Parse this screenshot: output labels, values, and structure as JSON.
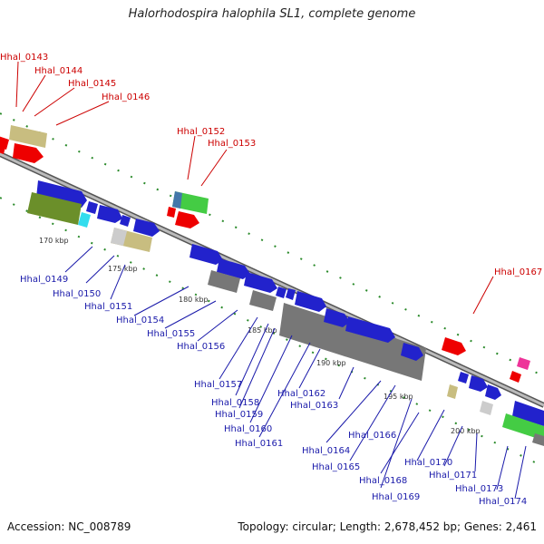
{
  "title": "Halorhodospira halophila SL1, complete genome",
  "footer": {
    "accession": "Accession: NC_008789",
    "summary": "Topology: circular; Length: 2,678,452 bp; Genes: 2,461"
  },
  "colors": {
    "forward_label": "#cc0000",
    "reverse_label": "#1a1aaa",
    "backbone": "#888888"
  },
  "ticks": [
    "170 kbp",
    "175 kbp",
    "180 kbp",
    "185 kbp",
    "190 kbp",
    "195 kbp",
    "200 kbp"
  ],
  "forward_genes": [
    "Hhal_0143",
    "Hhal_0144",
    "Hhal_0145",
    "Hhal_0146",
    "Hhal_0152",
    "Hhal_0153",
    "Hhal_0167"
  ],
  "reverse_genes": [
    "Hhal_0149",
    "Hhal_0150",
    "Hhal_0151",
    "Hhal_0154",
    "Hhal_0155",
    "Hhal_0156",
    "Hhal_0157",
    "Hhal_0158",
    "Hhal_0159",
    "Hhal_0160",
    "Hhal_0161",
    "Hhal_0162",
    "Hhal_0163",
    "Hhal_0164",
    "Hhal_0165",
    "Hhal_0166",
    "Hhal_0168",
    "Hhal_0169",
    "Hhal_0170",
    "Hhal_0171",
    "Hhal_0173",
    "Hhal_0174"
  ]
}
